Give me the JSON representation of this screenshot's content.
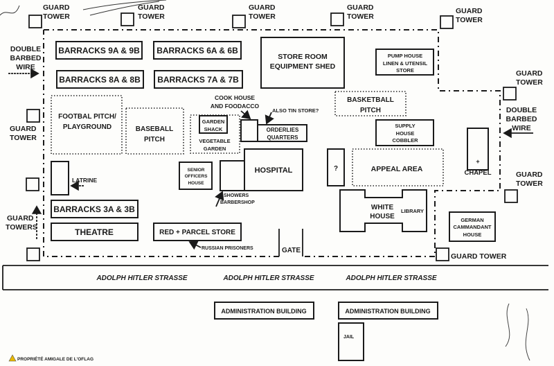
{
  "guard_tower_label": [
    "GUARD",
    "TOWER"
  ],
  "guard_towers_label": [
    "GUARD",
    "TOWERS"
  ],
  "guard_tower_single_line": "GUARD TOWER",
  "barbed_wire_label": [
    "DOUBLE",
    "BARBED",
    "WIRE"
  ],
  "buildings": {
    "barracks_9": "BARRACKS 9A & 9B",
    "barracks_6": "BARRACKS 6A & 6B",
    "barracks_8": "BARRACKS 8A & 8B",
    "barracks_7": "BARRACKS 7A & 7B",
    "barracks_3": "BARRACKS 3A & 3B",
    "store_room": [
      "STORE ROOM",
      "EQUIPMENT SHED"
    ],
    "pump_house": [
      "PUMP HOUSE",
      "LINEN & UTENSIL",
      "STORE"
    ],
    "football_pitch": [
      "FOOTBAL PITCH/",
      "PLAYGROUND"
    ],
    "baseball_pitch": [
      "BASEBALL",
      "PITCH"
    ],
    "garden_shack": [
      "GARDEN",
      "SHACK"
    ],
    "vegetable_garden": [
      "VEGETABLE",
      "GARDEN"
    ],
    "cook_house": [
      "COOK HOUSE",
      "AND FOODACCO"
    ],
    "tin_store": "ALSO TIN STORE?",
    "orderlies": [
      "ORDERLIES",
      "QUARTERS"
    ],
    "basketball_pitch": [
      "BASKETBALL",
      "PITCH"
    ],
    "supply_house": [
      "SUPPLY",
      "HOUSE",
      "COBBLER"
    ],
    "chapel": "CHAPEL",
    "chapel_cross": "+",
    "latrine": "LATRINE",
    "senior_officers": [
      "SENIOR",
      "OFFICERS",
      "HOUSE"
    ],
    "hospital": "HOSPITAL",
    "showers": [
      "SHOWERS",
      "BARBERSHOP"
    ],
    "unknown": "?",
    "appeal_area": "APPEAL AREA",
    "white_house": [
      "WHITE",
      "HOUSE"
    ],
    "library": "LIBRARY",
    "german_commandant": [
      "GERMAN",
      "CAMMANDANT",
      "HOUSE"
    ],
    "theatre": "THEATRE",
    "parcel_store": "RED + PARCEL STORE",
    "russian_prisoners": "RUSSIAN PRISONERS",
    "gate": "GATE",
    "admin_1": "ADMINISTRATION BUILDING",
    "admin_2": "ADMINISTRATION BUILDING",
    "jail": "JAIL"
  },
  "road_labels": [
    "ADOLPH HITLER STRASSE",
    "ADOLPH HITLER STRASSE",
    "ADOLPH HITLER STRASSE"
  ],
  "watermark": "PROPRIÉTÉ AMIGALE DE L'OFLAG",
  "colors": {
    "ink": "#1a1a1a",
    "paper": "#fdfdfb",
    "warning": "#e8b800"
  }
}
